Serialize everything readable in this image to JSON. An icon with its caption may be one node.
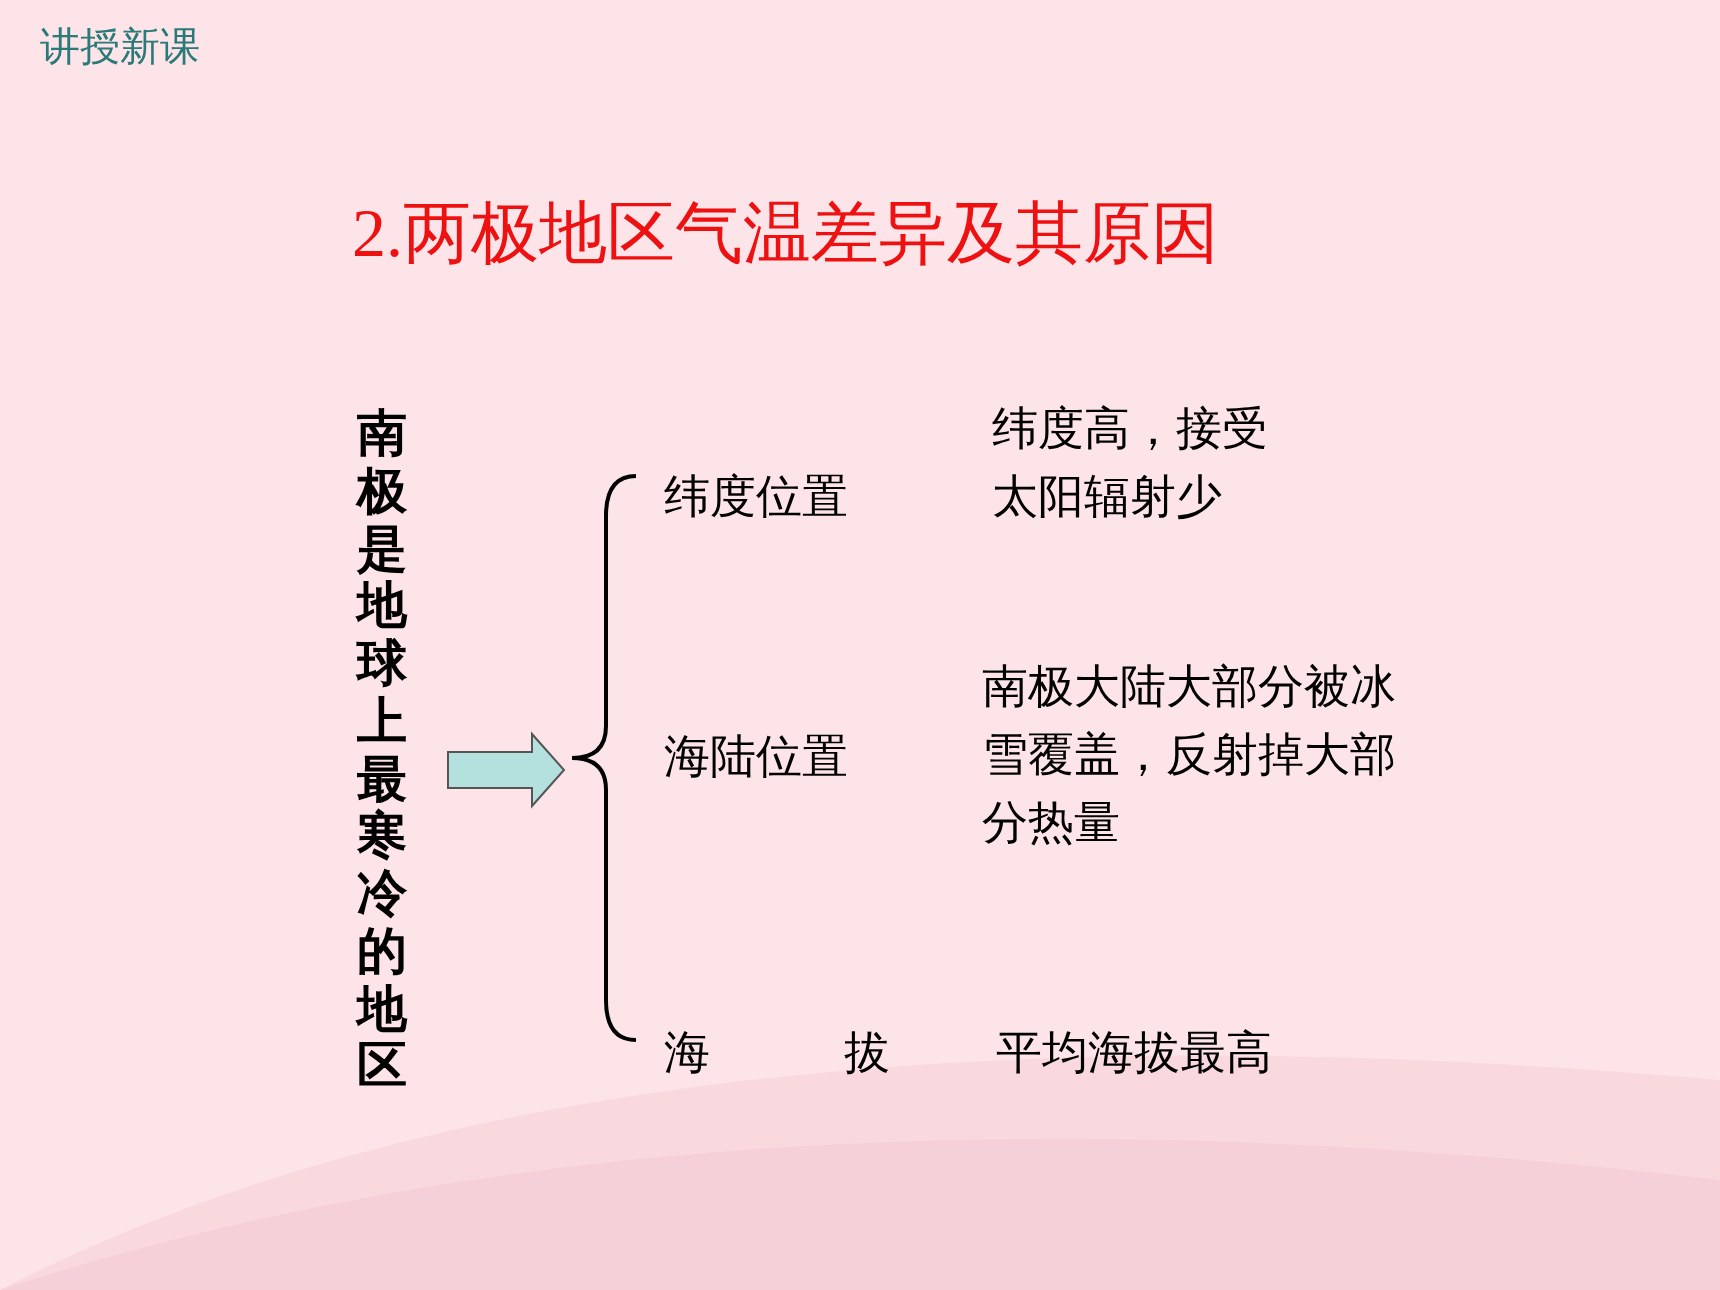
{
  "diagram": {
    "title": "2.两极地区气温差异及其原因",
    "nodes": [
      {
        "text": [
          "南极是地球上最寒冷的地区"
        ]
      },
      {
        "text": [],
        "shape": "brace"
      },
      {
        "text": [
          "纬度位置"
        ],
        "beside": [
          "纬度高，接受太阳辐射少"
        ]
      },
      {
        "text": [
          "海陆位置"
        ],
        "beside": [
          "南极大陆大部分被冰雪覆盖，反射掉大部分热量"
        ]
      },
      {
        "text": [
          "海 拔"
        ],
        "beside": [
          "平均海拔最高"
        ]
      }
    ],
    "edges": [
      {
        "from": 0,
        "to": 1,
        "arrow": "to",
        "style": "thick",
        "color": "#b4e0de"
      }
    ],
    "labels": [
      "讲授新课"
    ]
  }
}
